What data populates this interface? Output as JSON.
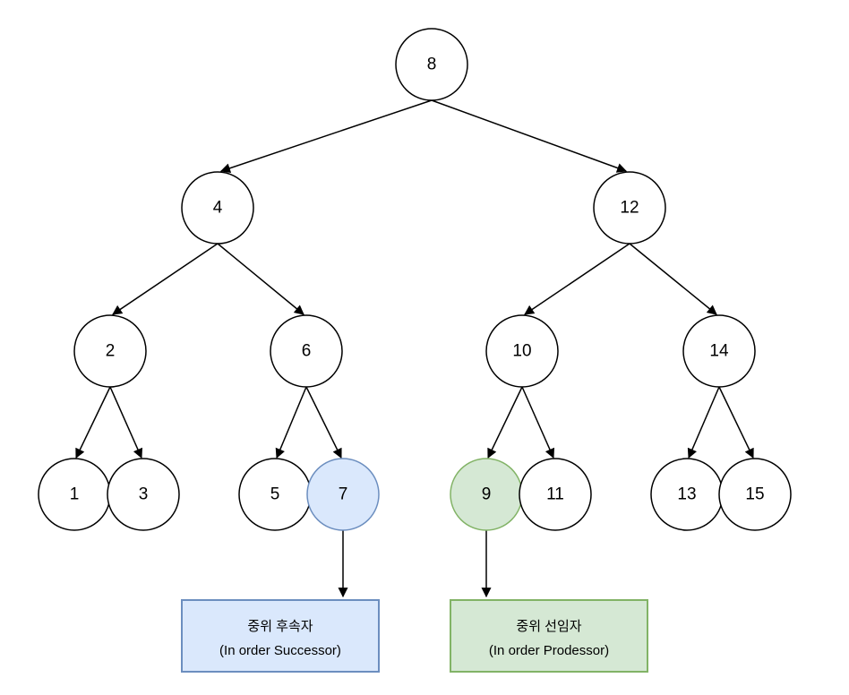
{
  "diagram": {
    "type": "binary-search-tree",
    "nodes": [
      {
        "value": "8",
        "role": "root"
      },
      {
        "value": "4",
        "role": "internal"
      },
      {
        "value": "12",
        "role": "internal"
      },
      {
        "value": "2",
        "role": "internal"
      },
      {
        "value": "6",
        "role": "internal"
      },
      {
        "value": "10",
        "role": "internal"
      },
      {
        "value": "14",
        "role": "internal"
      },
      {
        "value": "1",
        "role": "leaf"
      },
      {
        "value": "3",
        "role": "leaf"
      },
      {
        "value": "5",
        "role": "leaf"
      },
      {
        "value": "7",
        "role": "leaf-highlight-successor"
      },
      {
        "value": "9",
        "role": "leaf-highlight-predecessor"
      },
      {
        "value": "11",
        "role": "leaf"
      },
      {
        "value": "13",
        "role": "leaf"
      },
      {
        "value": "15",
        "role": "leaf"
      }
    ],
    "labels": {
      "successor": {
        "line1": "중위 후속자",
        "line2": "(In order Successor)"
      },
      "predecessor": {
        "line1": "중위 선임자",
        "line2": "(In order Prodessor)"
      }
    },
    "colors": {
      "node_fill": "#ffffff",
      "node_stroke": "#000000",
      "edge": "#000000",
      "successor_fill": "#dae8fc",
      "successor_stroke": "#6c8ebf",
      "predecessor_fill": "#d5e8d4",
      "predecessor_stroke": "#82b366"
    }
  }
}
